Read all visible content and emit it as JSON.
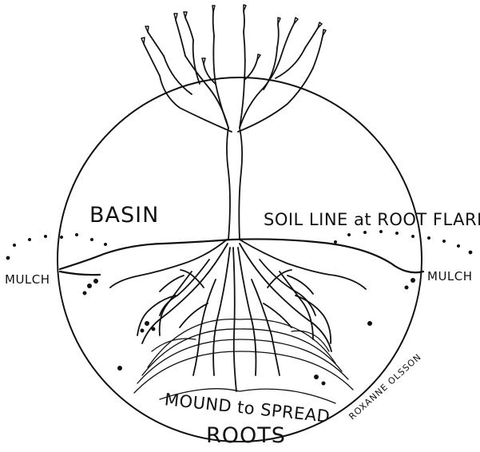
{
  "labels": {
    "basin": "BASIN",
    "soil_line": "SOIL LINE at ROOT FLARE",
    "mulch_left": "MULCH",
    "mulch_right": "MULCH",
    "mound": "MOUND to SPREAD",
    "roots": "ROOTS",
    "signature": "ROXANNE OLSSON"
  },
  "colors": {
    "ink": "#111111",
    "paper": "#ffffff"
  },
  "icons": [
    "tree-illustration",
    "root-system-illustration",
    "mulch-dots"
  ]
}
